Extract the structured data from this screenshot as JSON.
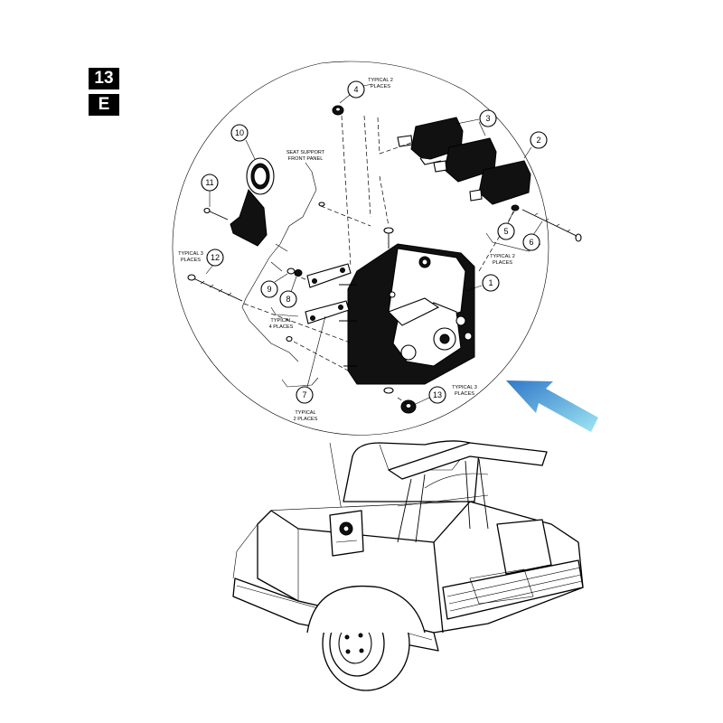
{
  "page_tab": {
    "number": "13",
    "letter": "E"
  },
  "callouts": [
    {
      "id": "1",
      "label": "1"
    },
    {
      "id": "2",
      "label": "2"
    },
    {
      "id": "3",
      "label": "3"
    },
    {
      "id": "4",
      "label": "4"
    },
    {
      "id": "5",
      "label": "5"
    },
    {
      "id": "6",
      "label": "6"
    },
    {
      "id": "7",
      "label": "7"
    },
    {
      "id": "8",
      "label": "8"
    },
    {
      "id": "9",
      "label": "9"
    },
    {
      "id": "10",
      "label": "10"
    },
    {
      "id": "11",
      "label": "11"
    },
    {
      "id": "12",
      "label": "12"
    },
    {
      "id": "13",
      "label": "13"
    }
  ],
  "notes": {
    "typical_2_places_top": [
      "TYPICAL 2",
      "PLACES"
    ],
    "seat_support": [
      "SEAT SUPPORT",
      "FRONT PANEL"
    ],
    "typical_3_places_left": [
      "TYPICAL 3",
      "PLACES"
    ],
    "typical_2_places_right": [
      "TYPICAL 2",
      "PLACES"
    ],
    "typical_4_places": [
      "TYPICAL",
      "4 PLACES"
    ],
    "typical_3_places_bottom": [
      "TYPICAL 3",
      "PLACES"
    ],
    "typical_2_places_bottom": [
      "TYPICAL",
      "2 PLACES"
    ]
  },
  "colors": {
    "arrow_start": "#2f78c9",
    "arrow_end": "#9fe6f2",
    "ink": "#000000"
  }
}
